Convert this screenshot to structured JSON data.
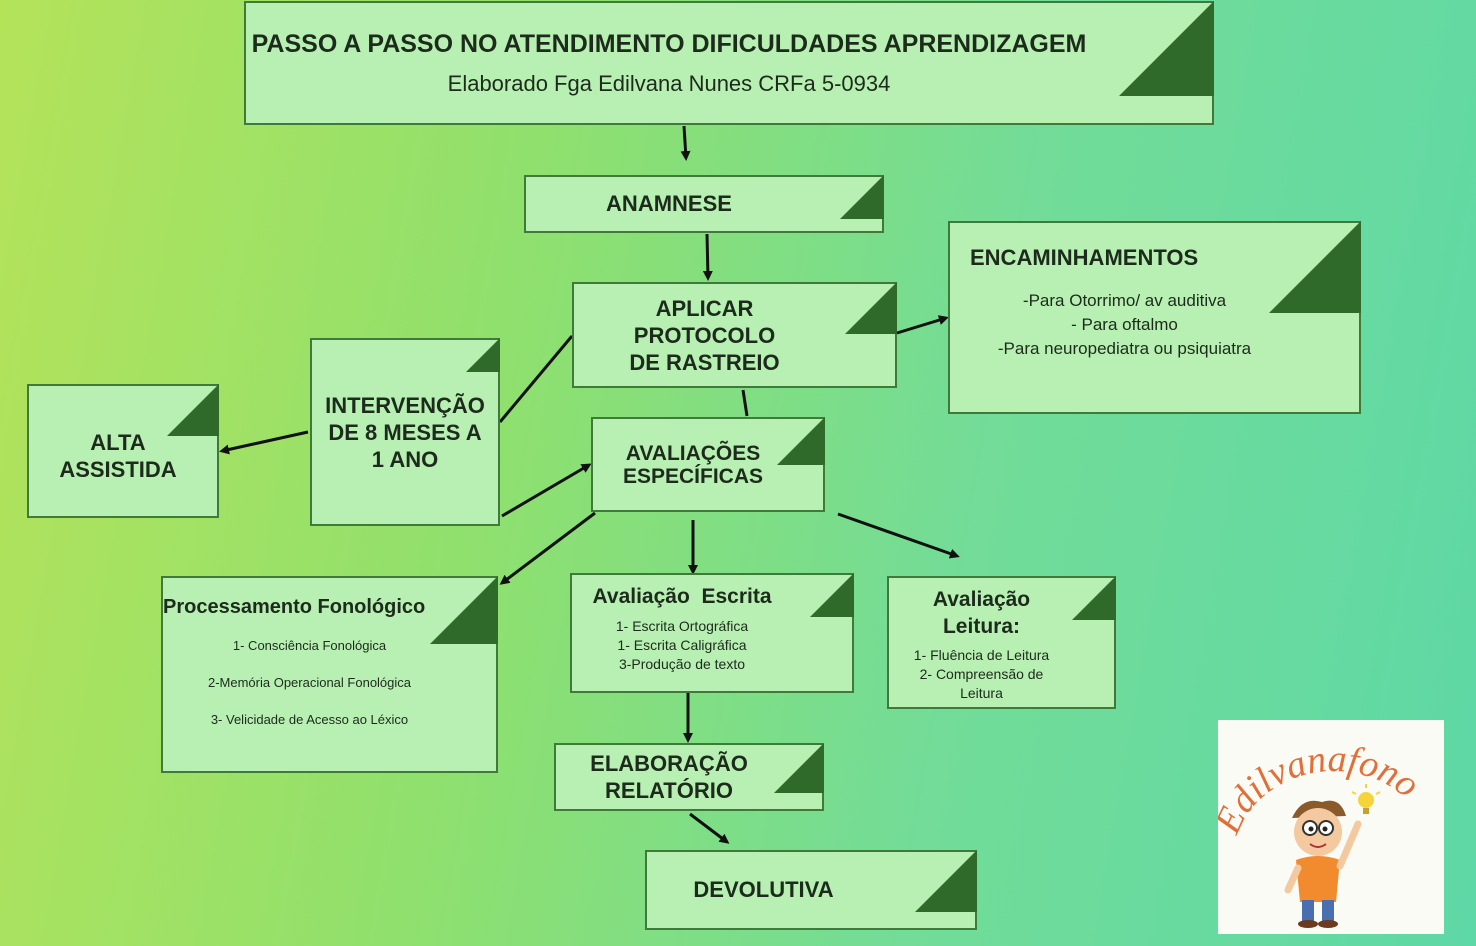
{
  "header": {
    "title": "PASSO A PASSO NO ATENDIMENTO DIFICULDADES APRENDIZAGEM",
    "subtitle": "Elaborado Fga Edilvana Nunes CRFa 5-0934"
  },
  "anamnese": "ANAMNESE",
  "protocolo": [
    "APLICAR",
    "PROTOCOLO",
    "DE RASTREIO"
  ],
  "encaminhamentos": {
    "title": "ENCAMINHAMENTOS",
    "items": [
      "-Para Otorrimo/ av auditiva",
      "- Para oftalmo",
      "-Para neuropediatra ou psiquiatra"
    ]
  },
  "intervencao": [
    "INTERVENÇÃO",
    "DE 8 MESES A",
    "1 ANO"
  ],
  "alta": [
    "ALTA",
    "ASSISTIDA"
  ],
  "avaliacoes": [
    "AVALIAÇÕES",
    "ESPECÍFICAS"
  ],
  "fonologico": {
    "title": "Processamento Fonológico",
    "items": [
      "1- Consciência Fonológica",
      "2-Memória Operacional Fonológica",
      "3- Velicidade de Acesso ao Léxico"
    ]
  },
  "escrita": {
    "title": "Avaliação  Escrita",
    "items": [
      "1- Escrita Ortográfica",
      "1- Escrita Caligráfica",
      "3-Produção de texto"
    ]
  },
  "leitura": {
    "title": [
      "Avaliação",
      "Leitura:"
    ],
    "items": [
      "1- Fluência de Leitura",
      "2- Compreensão de",
      "Leitura"
    ]
  },
  "relatorio": [
    "ELABORAÇÃO",
    "RELATÓRIO"
  ],
  "devolutiva": "DEVOLUTIVA",
  "logo": {
    "text": "Edilvanafono"
  },
  "colors": {
    "box_fill": "#b7f0b2",
    "fold": "#2f6a2b",
    "logo_text": "#e0703a"
  }
}
